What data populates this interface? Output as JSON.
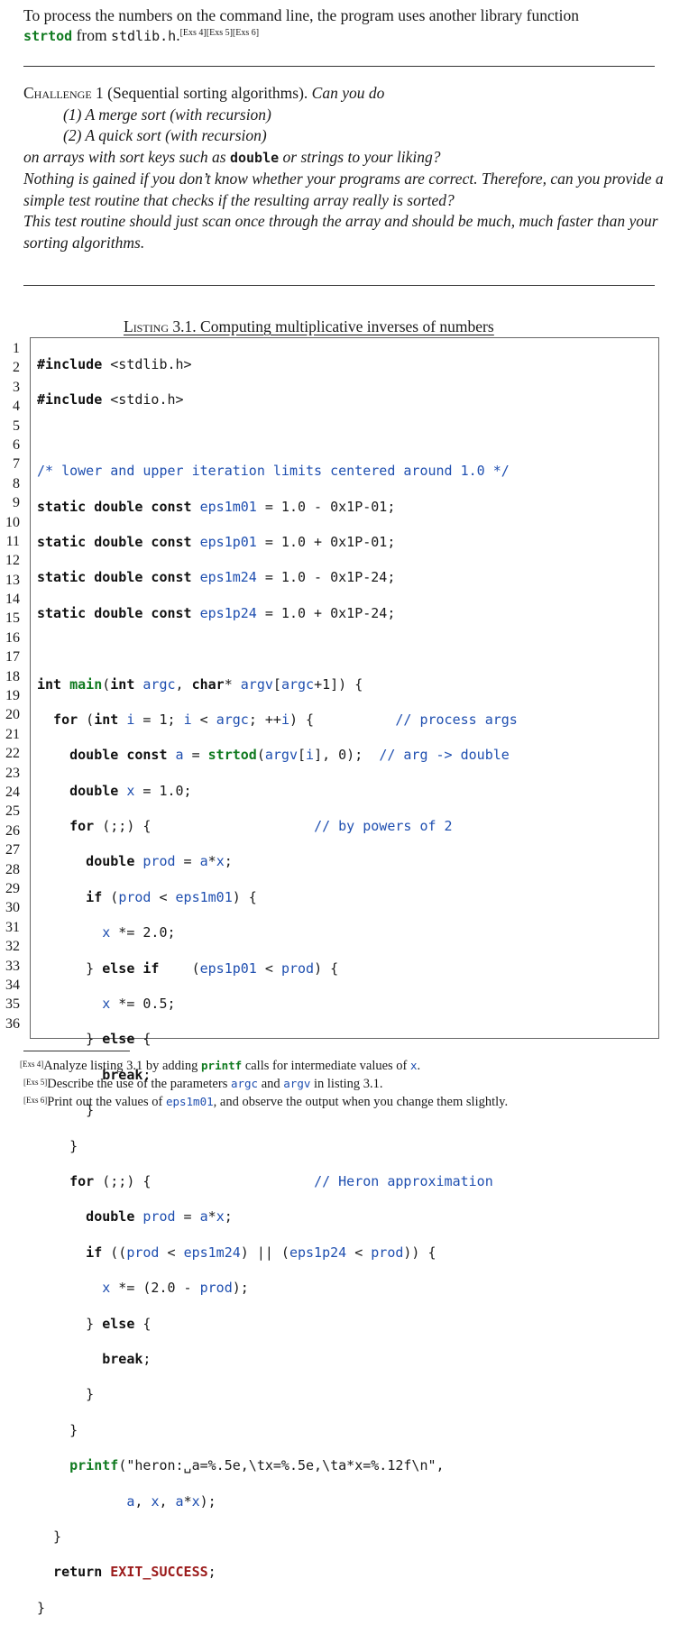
{
  "intro": {
    "pre": "To process the numbers on the command line, the program uses another library function",
    "func": "strtod",
    "mid": " from ",
    "header": "stdlib.h",
    "end": ".",
    "refs": "[Exs 4][Exs 5][Exs 6]"
  },
  "challenge": {
    "label": "Challenge 1",
    "title": " (Sequential sorting algorithms). ",
    "question": "Can you do",
    "items": [
      "(1) A merge sort (with recursion)",
      "(2) A quick sort (with recursion)"
    ],
    "line3_pre": "on arrays with sort keys such as ",
    "line3_code": "double",
    "line3_post": " or strings to your liking?",
    "para2": "Nothing is gained if you don’t know whether your programs are correct. Therefore, can you provide a simple test routine that checks if the resulting array really is sorted?",
    "para3": "This test routine should just scan once through the array and should be much, much faster than your sorting algorithms."
  },
  "listing": {
    "label": "Listing 3.1.",
    "title": " Computing multiplicative inverses of numbers",
    "line_numbers": [
      "1",
      "2",
      "3",
      "4",
      "5",
      "6",
      "7",
      "8",
      "9",
      "10",
      "11",
      "12",
      "13",
      "14",
      "15",
      "16",
      "17",
      "18",
      "19",
      "20",
      "21",
      "22",
      "23",
      "24",
      "25",
      "26",
      "27",
      "28",
      "29",
      "30",
      "31",
      "32",
      "33",
      "34",
      "35",
      "36"
    ],
    "code": {
      "l1a": "#include",
      "l1b": " <stdlib.h>",
      "l2a": "#include",
      "l2b": " <stdio.h>",
      "l4": "/* lower and upper iteration limits centered around 1.0 */",
      "l5a": "static double const",
      "l5b": "eps1m01",
      "l5c": " = 1.0 - 0x1P-01;",
      "l6a": "static double const",
      "l6b": "eps1p01",
      "l6c": " = 1.0 + 0x1P-01;",
      "l7a": "static double const",
      "l7b": "eps1m24",
      "l7c": " = 1.0 - 0x1P-24;",
      "l8a": "static double const",
      "l8b": "eps1p24",
      "l8c": " = 1.0 + 0x1P-24;",
      "l10a": "int",
      "l10b": "main",
      "l10c": "(",
      "l10d": "int",
      "l10e": "argc",
      "l10f": ", ",
      "l10g": "char",
      "l10h": "* ",
      "l10i": "argv",
      "l10j": "[",
      "l10k": "argc",
      "l10l": "+1]) {",
      "l11a": "  for",
      "l11b": " (",
      "l11c": "int",
      "l11d": " i",
      "l11e": " = 1; ",
      "l11f": "i",
      "l11g": " < ",
      "l11h": "argc",
      "l11i": "; ++",
      "l11j": "i",
      "l11k": ") {",
      "l11l": "// process args",
      "l12a": "    double const",
      "l12b": " a",
      "l12c": " = ",
      "l12d": "strtod",
      "l12e": "(",
      "l12f": "argv",
      "l12g": "[",
      "l12h": "i",
      "l12i": "], 0);",
      "l12j": "// arg -> double",
      "l13a": "    double",
      "l13b": " x",
      "l13c": " = 1.0;",
      "l14a": "    for",
      "l14b": " (;;) {",
      "l14c": "// by powers of 2",
      "l15a": "      double",
      "l15b": " prod",
      "l15c": " = ",
      "l15d": "a",
      "l15e": "*",
      "l15f": "x",
      "l15g": ";",
      "l16a": "      if",
      "l16b": " (",
      "l16c": "prod",
      "l16d": " < ",
      "l16e": "eps1m01",
      "l16f": ") {",
      "l17a": "        x",
      "l17b": " *= 2.0;",
      "l18a": "      } ",
      "l18b": "else if",
      "l18c": "    (",
      "l18d": "eps1p01",
      "l18e": " < ",
      "l18f": "prod",
      "l18g": ") {",
      "l19a": "        x",
      "l19b": " *= 0.5;",
      "l20a": "      } ",
      "l20b": "else",
      "l20c": " {",
      "l21": "        break",
      "l21b": ";",
      "l22": "      }",
      "l23": "    }",
      "l24a": "    for",
      "l24b": " (;;) {",
      "l24c": "// Heron approximation",
      "l25a": "      double",
      "l25b": " prod",
      "l25c": " = ",
      "l25d": "a",
      "l25e": "*",
      "l25f": "x",
      "l25g": ";",
      "l26a": "      if",
      "l26b": " ((",
      "l26c": "prod",
      "l26d": " < ",
      "l26e": "eps1m24",
      "l26f": ") || (",
      "l26g": "eps1p24",
      "l26h": " < ",
      "l26i": "prod",
      "l26j": ")) {",
      "l27a": "        x",
      "l27b": " *= (2.0 - ",
      "l27c": "prod",
      "l27d": ");",
      "l28a": "      } ",
      "l28b": "else",
      "l28c": " {",
      "l29": "        break",
      "l29b": ";",
      "l30": "      }",
      "l31": "    }",
      "l32a": "    printf",
      "l32b": "(\"heron:␣a=%.5e,\\tx=%.5e,\\ta*x=%.12f\\n\",",
      "l33a": "           a",
      "l33b": ", ",
      "l33c": "x",
      "l33d": ", ",
      "l33e": "a",
      "l33f": "*",
      "l33g": "x",
      "l33h": ");",
      "l34": "  }",
      "l35a": "  return",
      "l35b": " EXIT_SUCCESS",
      "l35c": ";",
      "l36": "}"
    }
  },
  "footnotes": [
    {
      "ref": "[Exs 4]",
      "pre": "Analyze listing 3.1 by adding ",
      "code1": "printf",
      "mid": " calls for intermediate values of ",
      "code2": "x",
      "post": "."
    },
    {
      "ref": "[Exs 5]",
      "pre": "Describe the use of the parameters ",
      "code1": "argc",
      "mid": " and ",
      "code2": "argv",
      "post": " in listing 3.1."
    },
    {
      "ref": "[Exs 6]",
      "pre": "Print out the values of ",
      "code1": "eps1m01",
      "mid": ", and observe the output when you change them slightly.",
      "code2": "",
      "post": ""
    }
  ]
}
